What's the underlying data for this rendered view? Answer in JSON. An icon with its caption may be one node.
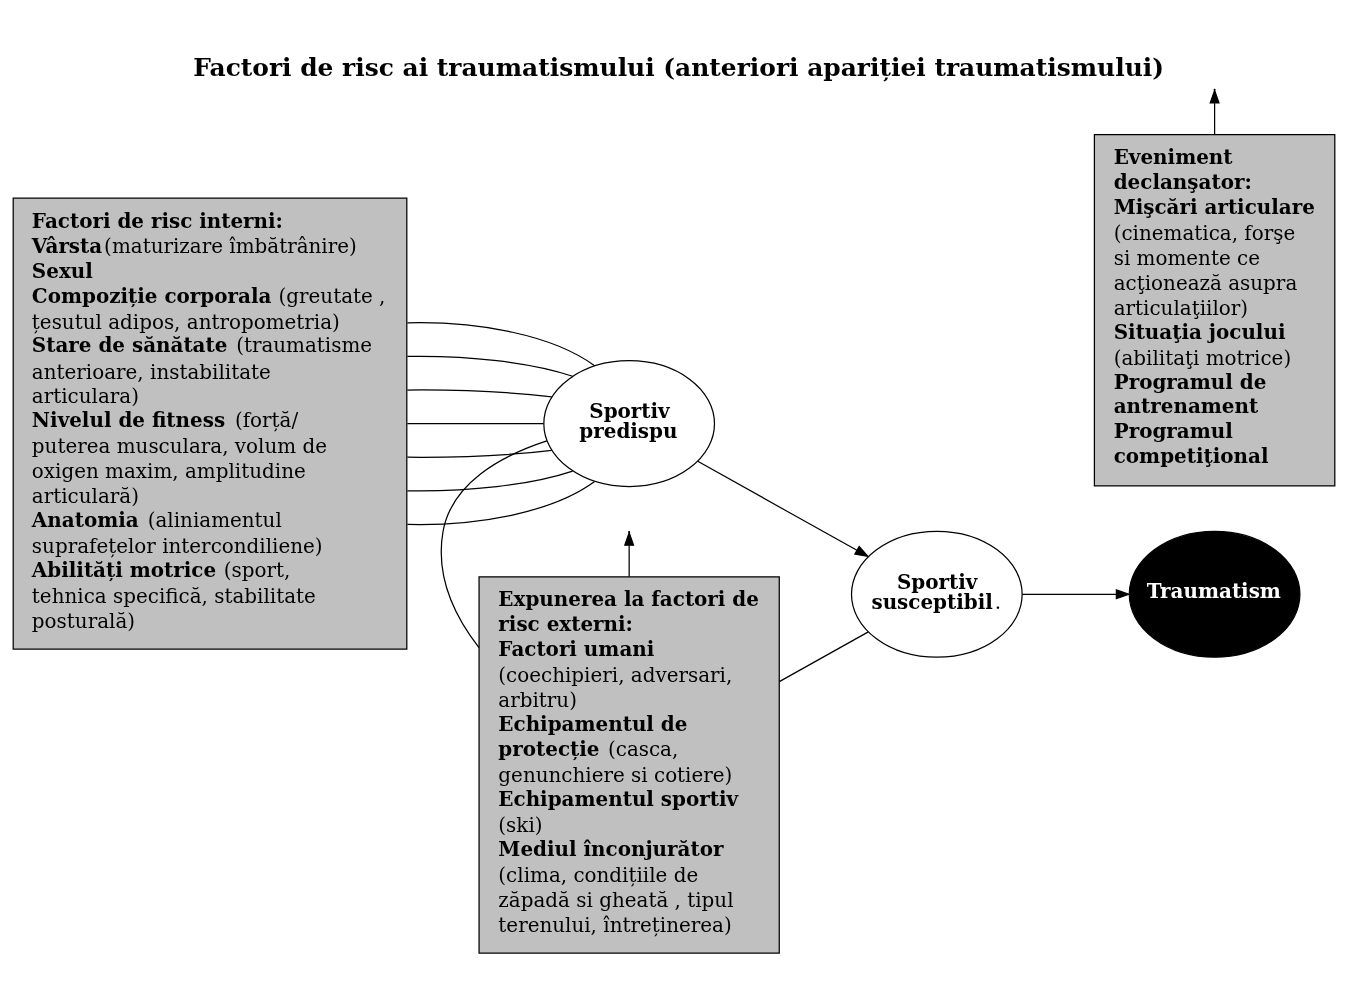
{
  "diagram": {
    "title": "Factori de risc ai traumatismului (anteriori apariției traumatismului)",
    "nodes": [
      {
        "text": [
          "**Factori de risc interni:**",
          "**Vârsta**(maturizare îmbătrânire)",
          "**Sexul**",
          "**Compoziție corporala** (greutate , țesutul adipos, antropometria)",
          "**Stare de sănătate** (traumatisme anterioare, instabilitate articulara)",
          "**Nivelul de fitness** (forță/ puterea musculara, volum de oxigen maxim, amplitudine articulară)",
          "**Anatomia** (aliniamentul suprafețelor intercondiliene)",
          "**Abilități motrice** (sport, tehnica specifică, stabilitate posturală)"
        ]
      },
      {
        "text": [
          "**Sportiv predispu**"
        ]
      },
      {
        "text": [
          "**Sportiv susceptibil**."
        ]
      },
      {
        "text": [
          "**Traumatism**"
        ]
      },
      {
        "text": [
          "**Expunerea la factori de risc externi:**",
          "**Factori umani** (coechipieri, adversari, arbitru)",
          "**Echipamentul de protecție** (casca, genunchiere si cotiere)",
          "**Echipamentul sportiv** (ski)",
          "**Mediul înconjurător** (clima, condițiile de zăpadă si gheată , tipul terenului, întreținerea)"
        ]
      },
      {
        "text": [
          "**Eveniment declanşator:**",
          "**Mişcări articulare** (cinematica, forşe si momente ce acţionează asupra articulaţiilor)",
          "**Situaţia jocului** (abilitaţi motrice)",
          "**Programul de antrenament**",
          "**Programul competiţional**"
        ]
      }
    ],
    "edges": [
      {
        "from": 0,
        "to": 1,
        "arrow": "none"
      },
      {
        "from": 0,
        "to": 1,
        "arrow": "none"
      },
      {
        "from": 0,
        "to": 1,
        "arrow": "none"
      },
      {
        "from": 0,
        "to": 1,
        "arrow": "none"
      },
      {
        "from": 0,
        "to": 1,
        "arrow": "none"
      },
      {
        "from": 0,
        "to": 1,
        "arrow": "none"
      },
      {
        "from": 0,
        "to": 1,
        "arrow": "none"
      },
      {
        "from": 1,
        "to": 2,
        "arrow": "to"
      },
      {
        "from": 2,
        "to": 3,
        "arrow": "to"
      },
      {
        "from": 4,
        "to": 1,
        "arrow": "none"
      },
      {
        "from": 4,
        "to": 2,
        "arrow": "none"
      },
      {
        "from": 4,
        "to": null,
        "arrow": "to"
      },
      {
        "from": 5,
        "to": null,
        "arrow": "to"
      }
    ]
  }
}
